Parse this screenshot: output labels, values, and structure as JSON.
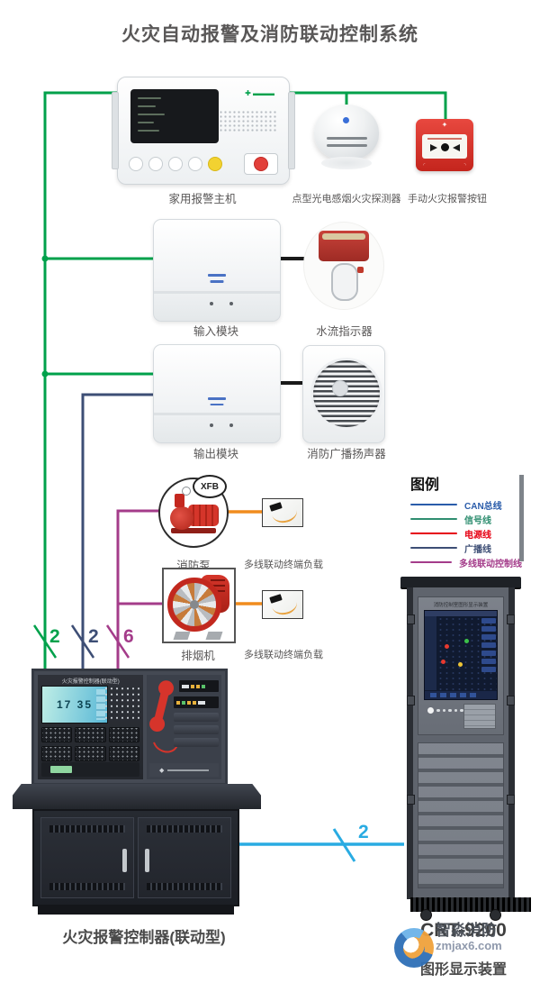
{
  "title": "火灾自动报警及消防联动控制系统",
  "colors": {
    "signal_green": "#00a14b",
    "can_blue": "#2a5caa",
    "power_red": "#e60012",
    "broadcast_navy": "#3d4e75",
    "multiline_magenta": "#a43c8a",
    "orange": "#f08c1e",
    "cyan_can_link": "#29abe2"
  },
  "devices": {
    "host": {
      "label": "家用报警主机"
    },
    "detector": {
      "label": "点型光电感烟火灾探测器"
    },
    "manual_button": {
      "label": "手动火灾报警按钮"
    },
    "input_module": {
      "label": "输入模块"
    },
    "water_flow": {
      "label": "水流指示器"
    },
    "output_module": {
      "label": "输出模块"
    },
    "speaker": {
      "label": "消防广播扬声器"
    },
    "pump": {
      "label": "消防泵",
      "badge": "XFB"
    },
    "pump_load": {
      "label": "多线联动终端负载"
    },
    "fan": {
      "label": "排烟机"
    },
    "fan_load": {
      "label": "多线联动终端负载"
    },
    "controller": {
      "label": "火灾报警控制器(联动型)",
      "panel_title": "火灾报警控制器(联动型)",
      "lcd_text": "17 35"
    },
    "crt": {
      "model": "CRT-9200",
      "label": "图形显示装置",
      "header_text": "消防控制室图形显示装置"
    }
  },
  "legend": {
    "title": "图例",
    "items": [
      {
        "label": "CAN总线",
        "color": "#2a5caa"
      },
      {
        "label": "信号线",
        "color": "#2f8e70"
      },
      {
        "label": "电源线",
        "color": "#e60012"
      },
      {
        "label": "广播线",
        "color": "#3d4e75"
      },
      {
        "label": "多线联动控制线",
        "color": "#a43c8a"
      }
    ]
  },
  "wire_counts": {
    "signal": "2",
    "broadcast": "2",
    "multiline": "6",
    "can": "2"
  },
  "watermark": {
    "name": "智淼消防",
    "site": "zmjax6.com"
  }
}
